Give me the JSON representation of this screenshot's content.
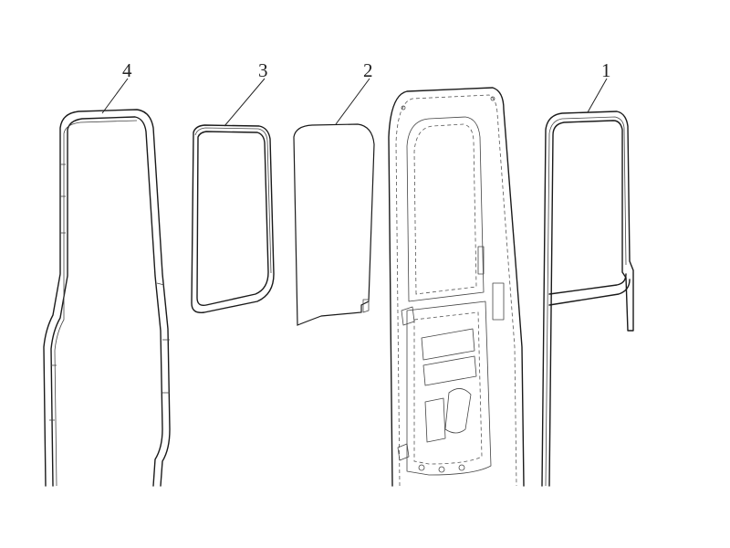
{
  "diagram": {
    "callouts": [
      {
        "id": "4",
        "label": "4"
      },
      {
        "id": "3",
        "label": "3"
      },
      {
        "id": "2",
        "label": "2"
      },
      {
        "id": "1",
        "label": "1"
      }
    ]
  }
}
